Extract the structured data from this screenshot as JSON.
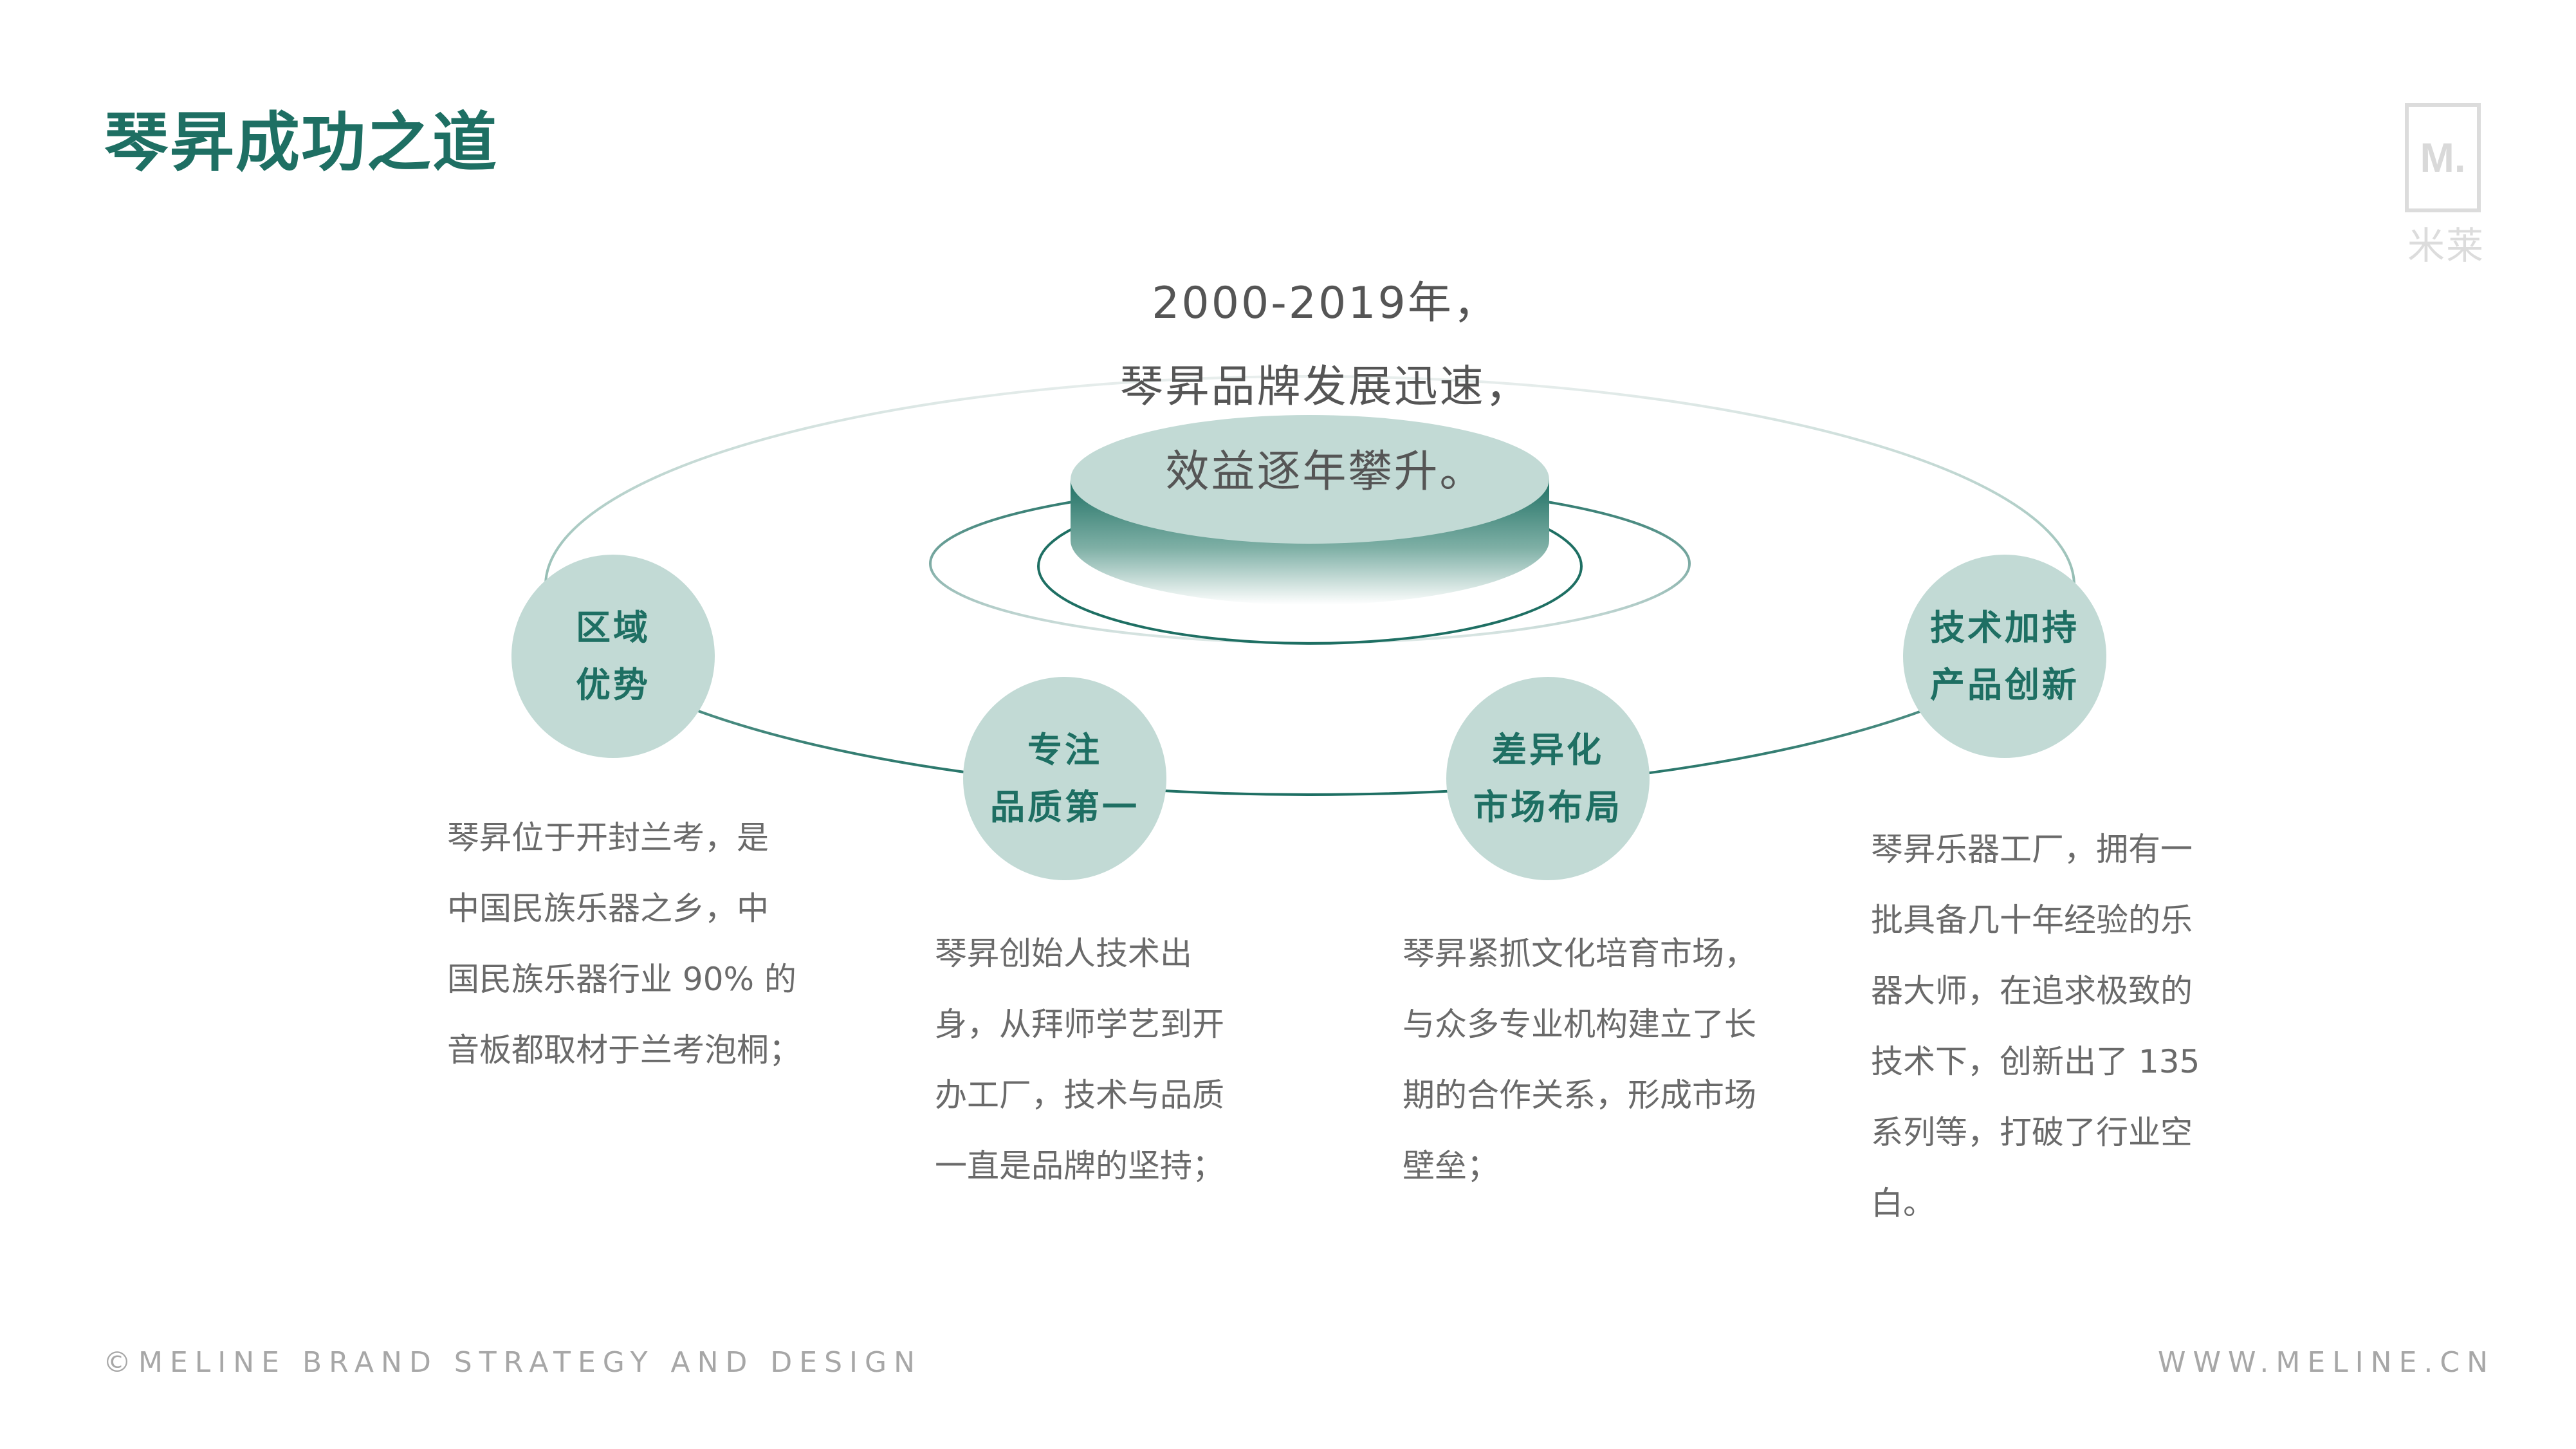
{
  "title": "琴昇成功之道",
  "logo": {
    "mark": "M.",
    "name": "米莱"
  },
  "intro": [
    "2000-2019年，",
    "琴昇品牌发展迅速，",
    "效益逐年攀升。"
  ],
  "nodes": [
    {
      "lines": [
        "区域",
        "优势"
      ],
      "desc": [
        "琴昇位于开封兰考，是",
        "中国民族乐器之乡，中",
        "国民族乐器行业 90% 的",
        "音板都取材于兰考泡桐；"
      ]
    },
    {
      "lines": [
        "专注",
        "品质第一"
      ],
      "desc": [
        "琴昇创始人技术出",
        "身，从拜师学艺到开",
        "办工厂，技术与品质",
        "一直是品牌的坚持；"
      ]
    },
    {
      "lines": [
        "差异化",
        "市场布局"
      ],
      "desc": [
        "琴昇紧抓文化培育市场，",
        "与众多专业机构建立了长",
        "期的合作关系，形成市场",
        "壁垒；"
      ]
    },
    {
      "lines": [
        "技术加持",
        "产品创新"
      ],
      "desc": [
        "琴昇乐器工厂，拥有一",
        "批具备几十年经验的乐",
        "器大师，在追求极致的",
        "技术下，创新出了 135",
        "系列等，打破了行业空",
        "白。"
      ]
    }
  ],
  "footer": {
    "left": "©MELINE BRAND STRATEGY AND DESIGN",
    "right": "WWW.MELINE.CN"
  },
  "colors": {
    "accent": "#1e6f63",
    "node_fill": "#c2dad5",
    "text": "#5f5f5f",
    "footer": "#a7a7a7"
  }
}
